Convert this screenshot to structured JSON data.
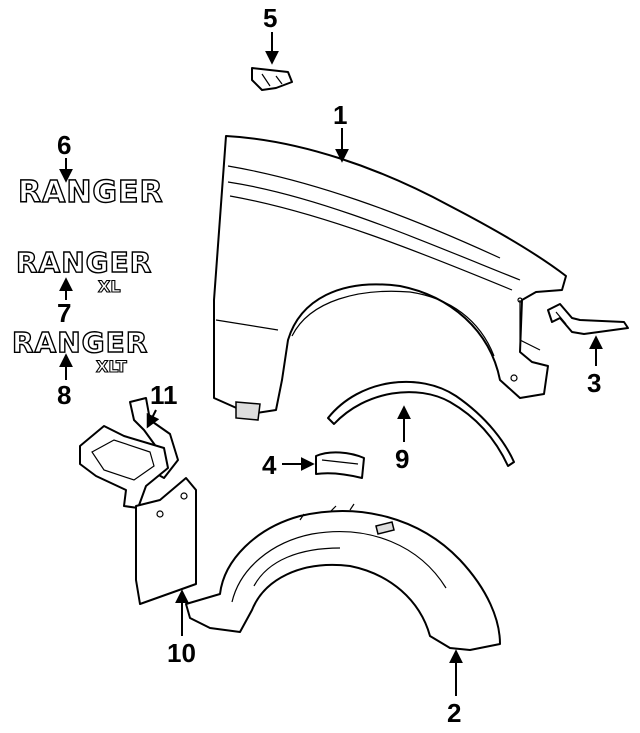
{
  "callouts": {
    "c1": "1",
    "c2": "2",
    "c3": "3",
    "c4": "4",
    "c5": "5",
    "c6": "6",
    "c7": "7",
    "c8": "8",
    "c9": "9",
    "c10": "10",
    "c11": "11"
  },
  "emblems": {
    "e6_text": "RANGER",
    "e7_text": "RANGER",
    "e7_sub": "XL",
    "e8_text": "RANGER",
    "e8_sub": "XLT"
  }
}
